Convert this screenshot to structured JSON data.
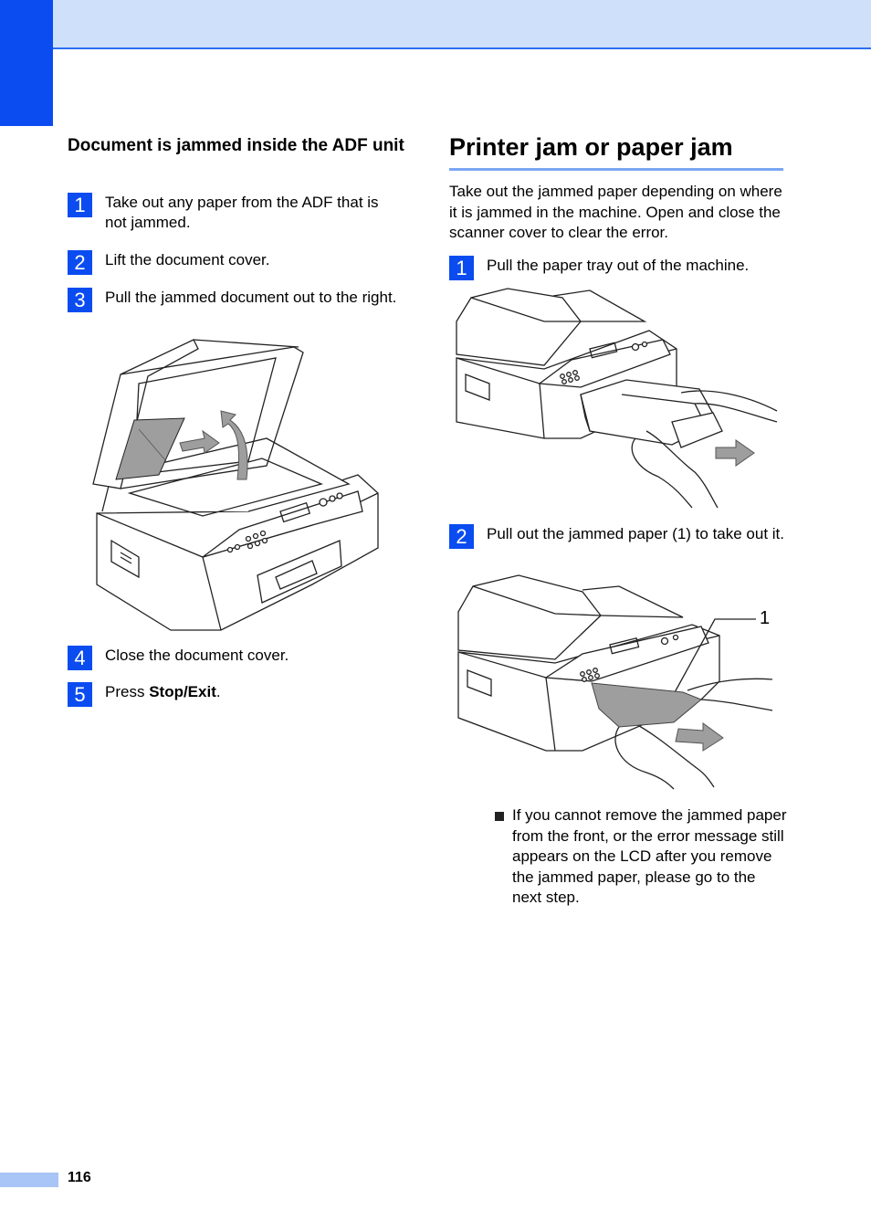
{
  "left": {
    "heading": "Document is jammed inside the ADF unit",
    "steps": [
      {
        "num": "1",
        "text": "Take out any paper from the ADF that is not jammed."
      },
      {
        "num": "2",
        "text": "Lift the document cover."
      },
      {
        "num": "3",
        "text": "Pull the jammed document out to the right."
      },
      {
        "num": "4",
        "text": "Close the document cover."
      },
      {
        "num": "5",
        "text_prefix": "Press ",
        "text_bold": "Stop/Exit",
        "text_suffix": "."
      }
    ]
  },
  "right": {
    "heading": "Printer jam or paper jam",
    "intro": "Take out the jammed paper depending on where it is jammed in the machine. Open and close the scanner cover to clear the error.",
    "steps": [
      {
        "num": "1",
        "text": "Pull the paper tray out of the machine."
      },
      {
        "num": "2",
        "text": "Pull out the jammed paper (1) to take out it."
      }
    ],
    "callout": "1",
    "bullet": "If you cannot remove the jammed paper from the front, or the error message still appears on the LCD after you remove the jammed paper, please go to the next step."
  },
  "footer": {
    "page_number": "116"
  },
  "colors": {
    "accent": "#0a4cf0",
    "header_band": "#cfe0fb",
    "rule": "#7aa6f3"
  }
}
